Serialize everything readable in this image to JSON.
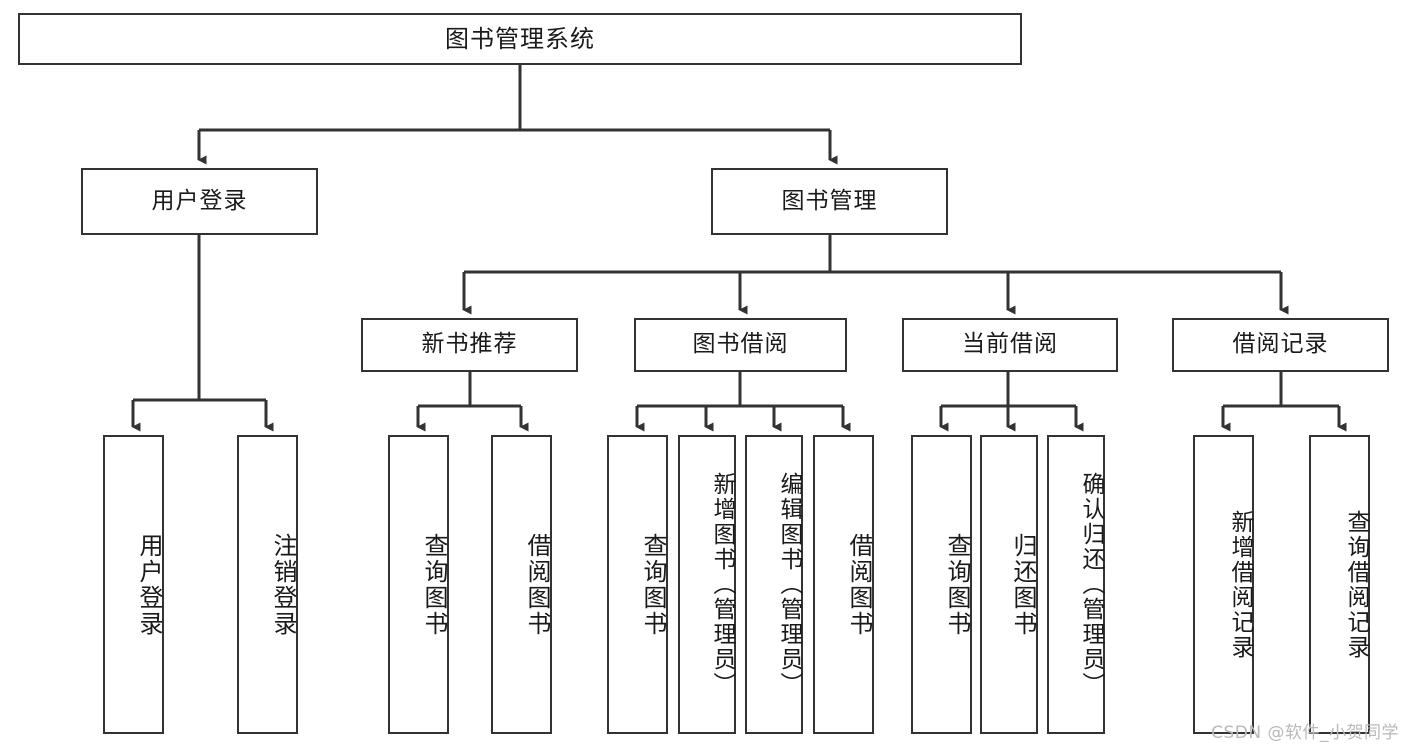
{
  "diagram": {
    "title": "图书管理系统",
    "type": "tree-hierarchy",
    "root": {
      "id": "root",
      "label": "图书管理系统"
    },
    "level2": [
      {
        "id": "user-login",
        "label": "用户登录"
      },
      {
        "id": "book-manage",
        "label": "图书管理"
      }
    ],
    "level3": [
      {
        "id": "new-book-rec",
        "label": "新书推荐",
        "parent": "book-manage"
      },
      {
        "id": "book-borrow",
        "label": "图书借阅",
        "parent": "book-manage"
      },
      {
        "id": "current-borrow",
        "label": "当前借阅",
        "parent": "book-manage"
      },
      {
        "id": "borrow-record",
        "label": "借阅记录",
        "parent": "book-manage"
      }
    ],
    "leaves": [
      {
        "id": "leaf-user-login",
        "label": "用户登录",
        "parent": "user-login"
      },
      {
        "id": "leaf-logout-login",
        "label": "注销登录",
        "parent": "user-login"
      },
      {
        "id": "leaf-query-book-1",
        "label": "查询图书",
        "parent": "new-book-rec"
      },
      {
        "id": "leaf-borrow-book-1",
        "label": "借阅图书",
        "parent": "new-book-rec"
      },
      {
        "id": "leaf-query-book-2",
        "label": "查询图书",
        "parent": "book-borrow"
      },
      {
        "id": "leaf-add-book",
        "label": "新增图书（管理员）",
        "parent": "book-borrow"
      },
      {
        "id": "leaf-edit-book",
        "label": "编辑图书（管理员）",
        "parent": "book-borrow"
      },
      {
        "id": "leaf-borrow-book-2",
        "label": "借阅图书",
        "parent": "book-borrow"
      },
      {
        "id": "leaf-query-book-3",
        "label": "查询图书",
        "parent": "current-borrow"
      },
      {
        "id": "leaf-return-book",
        "label": "归还图书",
        "parent": "current-borrow"
      },
      {
        "id": "leaf-confirm-return",
        "label": "确认归还（管理员）",
        "parent": "current-borrow"
      },
      {
        "id": "leaf-add-record",
        "label": "新增借阅记录",
        "parent": "borrow-record"
      },
      {
        "id": "leaf-query-record",
        "label": "查询借阅记录",
        "parent": "borrow-record"
      }
    ],
    "watermark": "CSDN @软件_小贺同学",
    "colors": {
      "stroke": "#333333",
      "background": "#ffffff",
      "text": "#1a1a1a",
      "watermark": "#b9b9b9"
    }
  }
}
